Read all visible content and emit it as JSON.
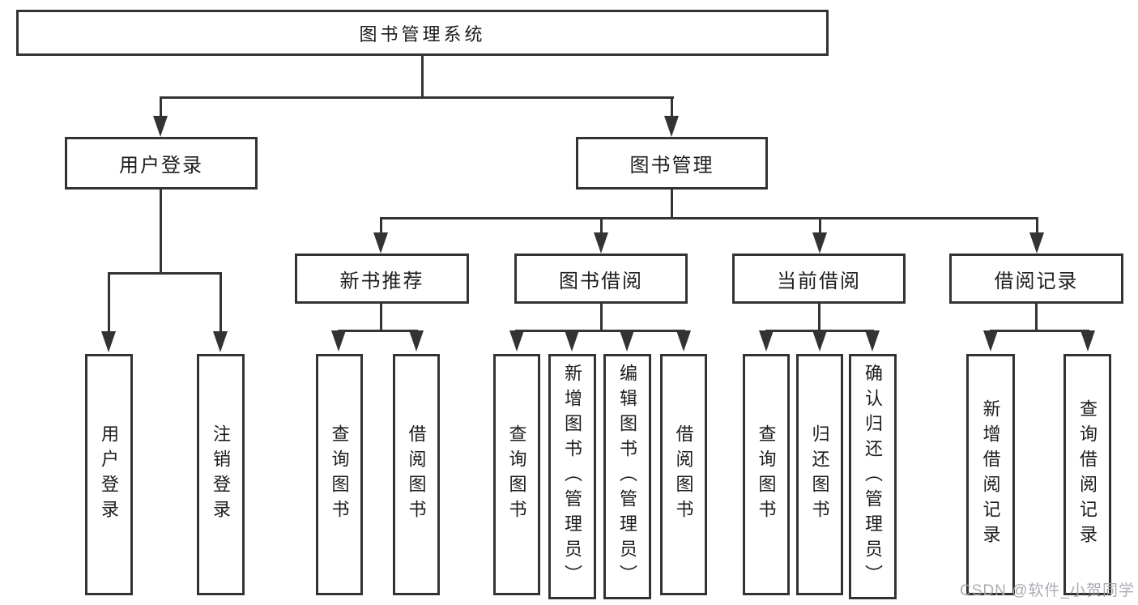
{
  "diagram": {
    "title_node": {
      "label": "图书管理系统"
    },
    "level2": [
      {
        "label": "用户登录"
      },
      {
        "label": "图书管理"
      }
    ],
    "level3": [
      {
        "label": "新书推荐"
      },
      {
        "label": "图书借阅"
      },
      {
        "label": "当前借阅"
      },
      {
        "label": "借阅记录"
      }
    ],
    "leaves": [
      {
        "label": "用户登录"
      },
      {
        "label": "注销登录"
      },
      {
        "label": "查询图书"
      },
      {
        "label": "借阅图书"
      },
      {
        "label": "查询图书"
      },
      {
        "label": "新增图书（管理员）"
      },
      {
        "label": "编辑图书（管理员）"
      },
      {
        "label": "借阅图书"
      },
      {
        "label": "查询图书"
      },
      {
        "label": "归还图书"
      },
      {
        "label": "确认归还（管理员）"
      },
      {
        "label": "新增借阅记录"
      },
      {
        "label": "查询借阅记录"
      }
    ],
    "colors": {
      "line": "#333333",
      "text": "#1c1c1c",
      "box_fill": "#ffffff",
      "watermark": "#a8a8b0",
      "background": "#ffffff"
    }
  },
  "watermark": {
    "text": "CSDN @软件_小贺同学"
  }
}
